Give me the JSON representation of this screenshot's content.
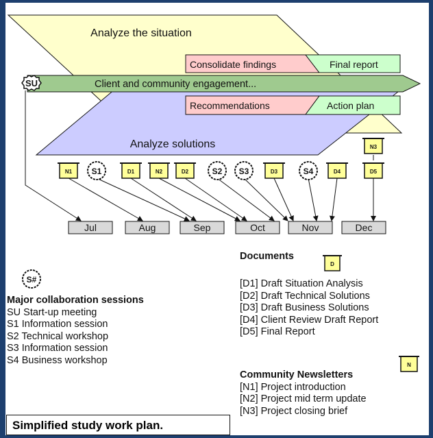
{
  "phases": {
    "analyze_situation": "Analyze the situation",
    "analyze_solutions": "Analyze solutions",
    "consolidate": "Consolidate findings",
    "final_report": "Final report",
    "engagement": "Client and community engagement...",
    "recommendations": "Recommendations",
    "action_plan": "Action plan"
  },
  "sessions": {
    "su": "SU",
    "s1": "S1",
    "s2": "S2",
    "s3": "S3",
    "s4": "S4",
    "generic": "S#"
  },
  "docs": {
    "n1": "N1",
    "n2": "N2",
    "n3": "N3",
    "d1": "D1",
    "d2": "D2",
    "d3": "D3",
    "d4": "D4",
    "d5": "D5",
    "d_icon": "D",
    "n_icon": "N"
  },
  "months": [
    "Jul",
    "Aug",
    "Sep",
    "Oct",
    "Nov",
    "Dec"
  ],
  "legend_sessions": {
    "title": "Major collaboration sessions",
    "items": [
      "SU Start-up meeting",
      "S1 Information session",
      "S2 Technical workshop",
      "S3 Information session",
      "S4 Business workshop"
    ]
  },
  "legend_documents": {
    "title": "Documents",
    "items": [
      "[D1] Draft Situation Analysis",
      "[D2] Draft Technical Solutions",
      "[D3] Draft Business Solutions",
      "[D4] Client Review Draft Report",
      "[D5] Final Report"
    ]
  },
  "legend_newsletters": {
    "title": "Community Newsletters",
    "items": [
      "[N1] Project introduction",
      "[N2] Project mid term update",
      "[N3] Project closing brief"
    ]
  },
  "caption": "Simplified study work plan.",
  "colors": {
    "situation": "#ffffcc",
    "solutions": "#ccccff",
    "pink": "#ffcccc",
    "green_box": "#ccffcc",
    "arrow": "#9fca8f",
    "scroll": "#ffff99",
    "month_box": "#d9d9d9",
    "frame": "#1d3f6e"
  }
}
